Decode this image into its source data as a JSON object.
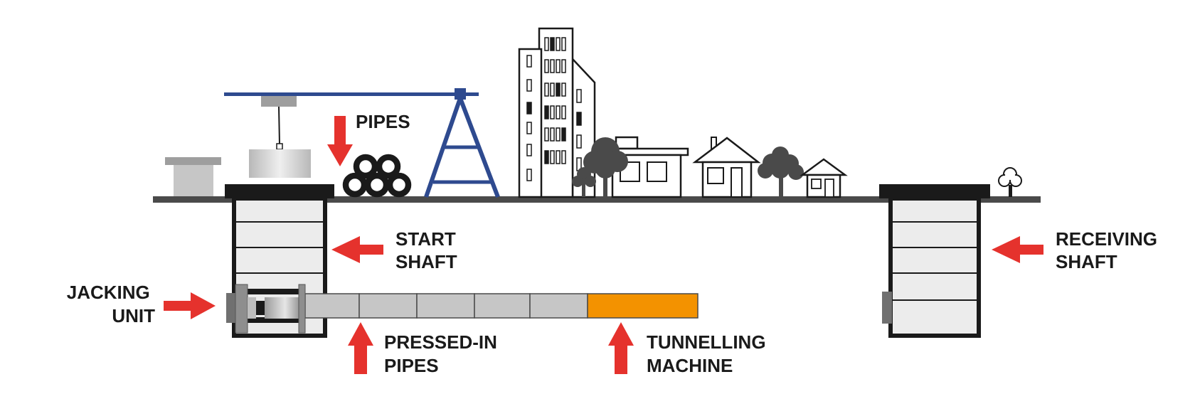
{
  "labels": {
    "pipes": "PIPES",
    "start_shaft": [
      "START",
      "SHAFT"
    ],
    "receiving_shaft": [
      "RECEIVING",
      "SHAFT"
    ],
    "jacking_unit": [
      "JACKING",
      "UNIT"
    ],
    "pressed_in_pipes": [
      "PRESSED-IN",
      "PIPES"
    ],
    "tunnelling_machine": [
      "TUNNELLING",
      "MACHINE"
    ]
  },
  "colors": {
    "arrow": "#e5322d",
    "crane": "#2e4a8f",
    "machine": "#f39200",
    "pipe": "#c6c6c6",
    "ground": "#4a4a4a",
    "shaft_wall": "#1a1a1a",
    "shaft_fill": "#ececec",
    "tree": "#4a4a4a"
  }
}
